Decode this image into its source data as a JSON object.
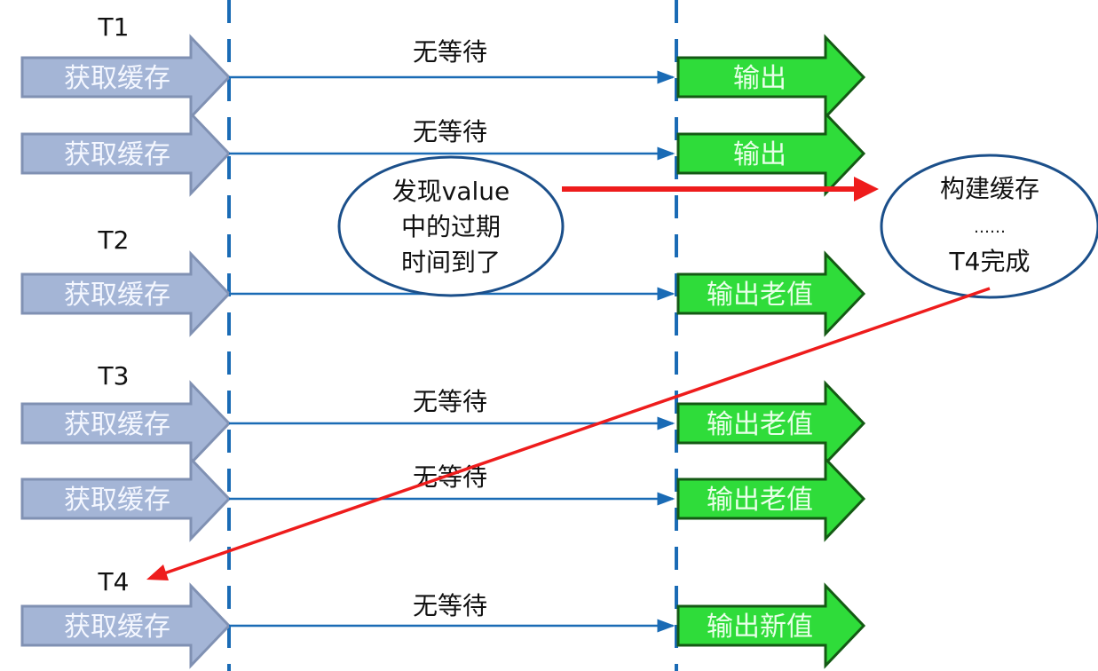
{
  "colors": {
    "request_arrow": "#a4b5d6",
    "request_border": "#8091b3",
    "output_arrow": "#2fdc3a",
    "output_border": "#145a14",
    "timeline": "#1a6bb5",
    "red": "#ee1c1c",
    "ellipse": "#1b4f8a"
  },
  "rows": [
    {
      "thread": "T1",
      "request": "获取缓存",
      "wait": "无等待",
      "output": "输出"
    },
    {
      "thread": "",
      "request": "获取缓存",
      "wait": "无等待",
      "output": "输出"
    },
    {
      "thread": "T2",
      "request": "获取缓存",
      "wait": "",
      "output": "输出老值"
    },
    {
      "thread": "T3",
      "request": "获取缓存",
      "wait": "无等待",
      "output": "输出老值"
    },
    {
      "thread": "",
      "request": "获取缓存",
      "wait": "无等待",
      "output": "输出老值"
    },
    {
      "thread": "T4",
      "request": "获取缓存",
      "wait": "无等待",
      "output": "输出新值"
    }
  ],
  "notes": {
    "expired": [
      "发现value",
      "中的过期",
      "时间到了"
    ],
    "rebuild": [
      "构建缓存",
      "……",
      "T4完成"
    ]
  }
}
